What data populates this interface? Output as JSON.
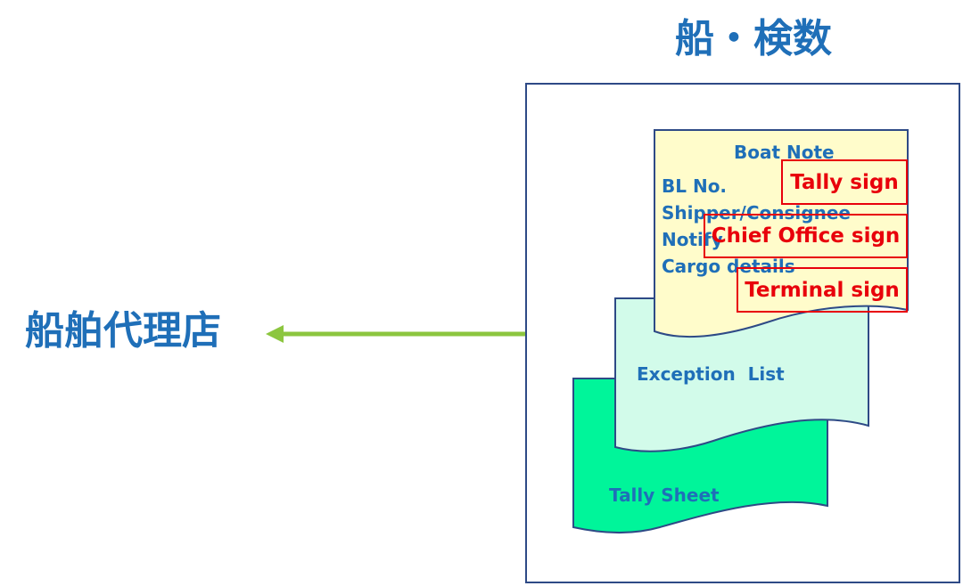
{
  "header": {
    "ship_title": "船・検数"
  },
  "left": {
    "agent_label": "船舶代理店"
  },
  "documents": {
    "tally_sheet": "Tally Sheet",
    "exception_list": "Exception  List",
    "boat_note": {
      "title": "Boat Note",
      "fields": [
        "BL No.",
        "Shipper/Consignee",
        "Notify",
        "Cargo details"
      ]
    }
  },
  "signs": {
    "tally": "Tally sign",
    "chief_office": "Chief Office sign",
    "terminal": "Terminal sign"
  },
  "colors": {
    "title_blue": "#1f6fb8",
    "border_navy": "#2e4a86",
    "arrow_green": "#8cc63f",
    "tally_sheet_fill": "#00f59a",
    "exception_fill": "#d2fbea",
    "boat_note_fill": "#fffccb",
    "sign_red": "#e8000b"
  }
}
